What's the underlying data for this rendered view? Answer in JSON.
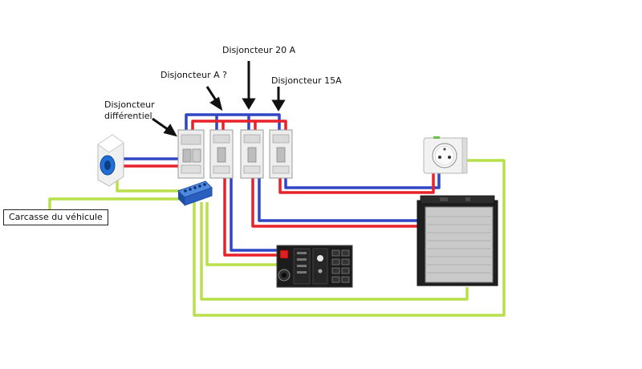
{
  "labels": {
    "differentiel_line1": "Disjoncteur",
    "differentiel_line2": "différentiel",
    "disjoncteur_a": "Disjoncteur A ?",
    "disjoncteur_20a": "Disjoncteur 20 A",
    "disjoncteur_15a": "Disjoncteur 15A",
    "carcasse": "Carcasse du véhicule"
  },
  "colors": {
    "phase": "#e8222b",
    "neutral": "#3146c4",
    "earth": "#b9e04a",
    "breaker_body": "#eeeeee",
    "panel": "#1c1c1c",
    "terminal_block": "#2a5fc0"
  },
  "components": [
    "inlet-socket-icon",
    "differential-breaker-icon",
    "breaker-a-icon",
    "breaker-20a-icon",
    "breaker-15a-icon",
    "earth-terminal-block-icon",
    "wall-outlet-icon",
    "control-panel-icon",
    "fridge-icon"
  ]
}
